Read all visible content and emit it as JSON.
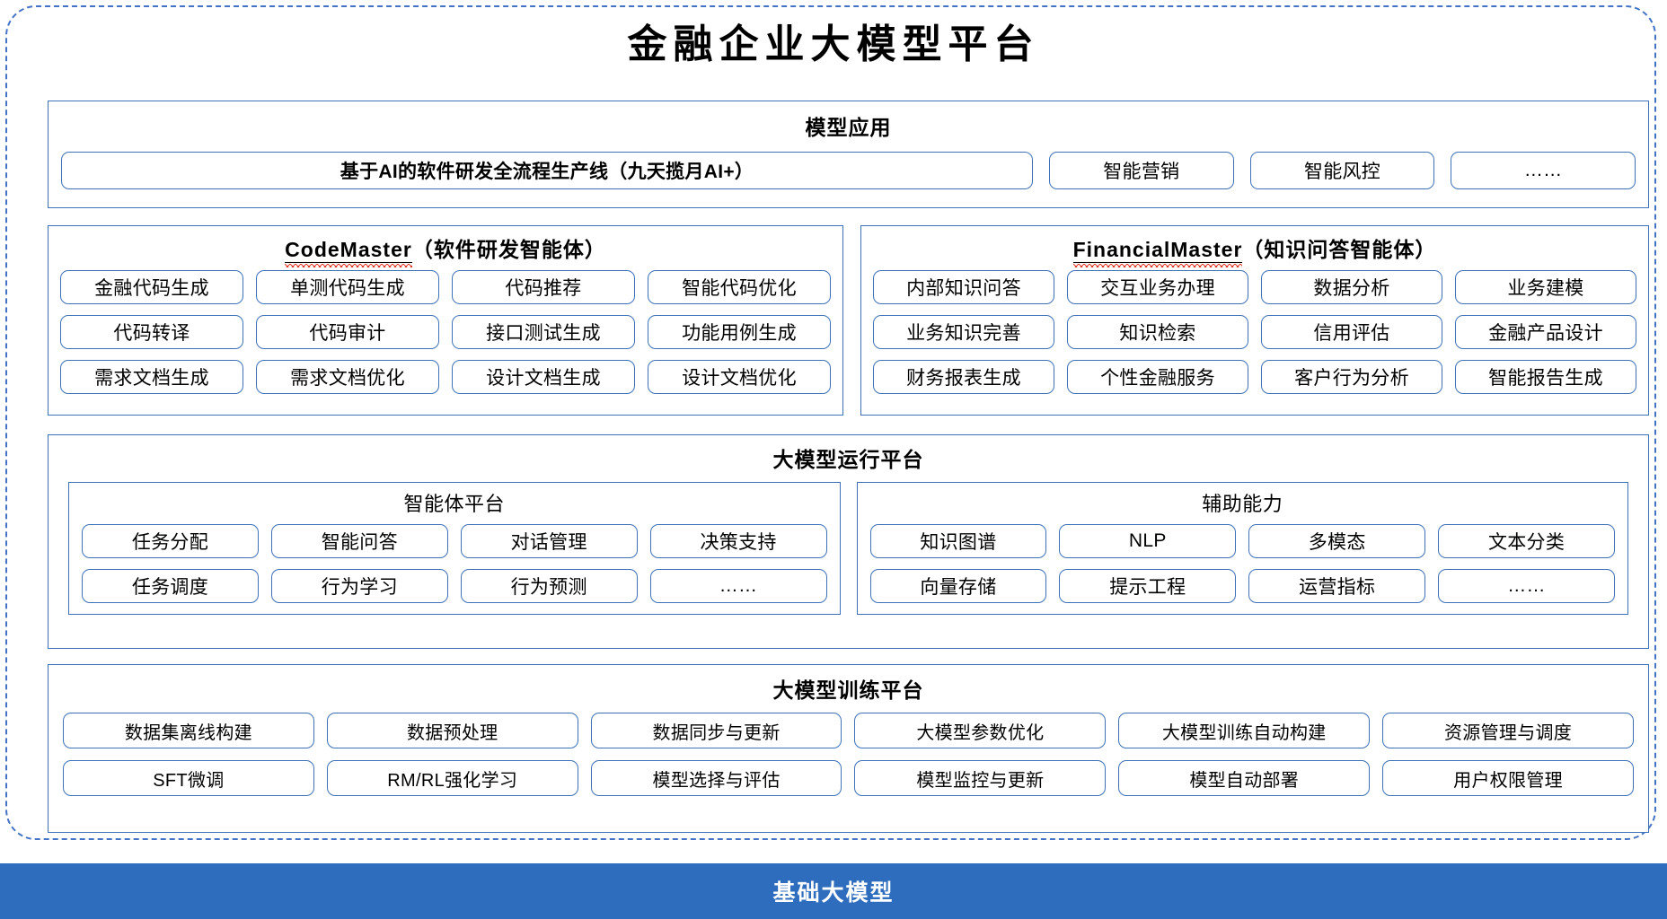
{
  "title": "金融企业大模型平台",
  "colors": {
    "accent_blue": "#2E6CBE",
    "border_blue": "#3E71B8",
    "dashed_border": "#4472C4",
    "spellcheck_red": "#E03B28"
  },
  "model_application": {
    "title": "模型应用",
    "primary_item": "基于AI的软件研发全流程生产线（九天揽月AI+）",
    "items": [
      "智能营销",
      "智能风控",
      "……"
    ]
  },
  "agents": [
    {
      "name_en": "CodeMaster",
      "name_cn": "（软件研发智能体）",
      "rows": [
        [
          "金融代码生成",
          "单测代码生成",
          "代码推荐",
          "智能代码优化"
        ],
        [
          "代码转译",
          "代码审计",
          "接口测试生成",
          "功能用例生成"
        ],
        [
          "需求文档生成",
          "需求文档优化",
          "设计文档生成",
          "设计文档优化"
        ]
      ]
    },
    {
      "name_en": "FinancialMaster",
      "name_cn": "（知识问答智能体）",
      "rows": [
        [
          "内部知识问答",
          "交互业务办理",
          "数据分析",
          "业务建模"
        ],
        [
          "业务知识完善",
          "知识检索",
          "信用评估",
          "金融产品设计"
        ],
        [
          "财务报表生成",
          "个性金融服务",
          "客户行为分析",
          "智能报告生成"
        ]
      ]
    }
  ],
  "runtime_platform": {
    "title": "大模型运行平台",
    "sub_panels": [
      {
        "title": "智能体平台",
        "rows": [
          [
            "任务分配",
            "智能问答",
            "对话管理",
            "决策支持"
          ],
          [
            "任务调度",
            "行为学习",
            "行为预测",
            "……"
          ]
        ]
      },
      {
        "title": "辅助能力",
        "rows": [
          [
            "知识图谱",
            "NLP",
            "多模态",
            "文本分类"
          ],
          [
            "向量存储",
            "提示工程",
            "运营指标",
            "……"
          ]
        ]
      }
    ]
  },
  "training_platform": {
    "title": "大模型训练平台",
    "rows": [
      [
        "数据集离线构建",
        "数据预处理",
        "数据同步与更新",
        "大模型参数优化",
        "大模型训练自动构建",
        "资源管理与调度"
      ],
      [
        "SFT微调",
        "RM/RL强化学习",
        "模型选择与评估",
        "模型监控与更新",
        "模型自动部署",
        "用户权限管理"
      ]
    ]
  },
  "base_model_bar": {
    "label": "基础大模型"
  }
}
